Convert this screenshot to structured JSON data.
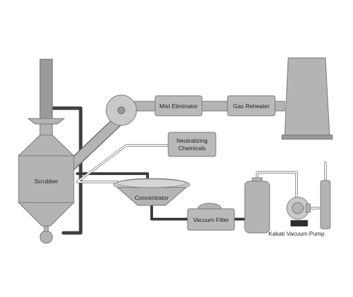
{
  "labels": {
    "scrubber": "Scrubber",
    "mist_eliminator": "Mist Eliminator",
    "gas_reheater": "Gas Reheater",
    "neutralizing_chemicals_1": "Neutralizing",
    "neutralizing_chemicals_2": "Chemicals",
    "concentrator": "Concentrator",
    "vacuum_filter": "Vacuum Filter",
    "vacuum_pump": "Kakati Vacuum Pump"
  },
  "colors": {
    "equipment_fill": "#b4b4b4",
    "equipment_dark": "#9a9a9a",
    "pipe_dark": "#3e3e3e",
    "background": "#ffffff"
  }
}
